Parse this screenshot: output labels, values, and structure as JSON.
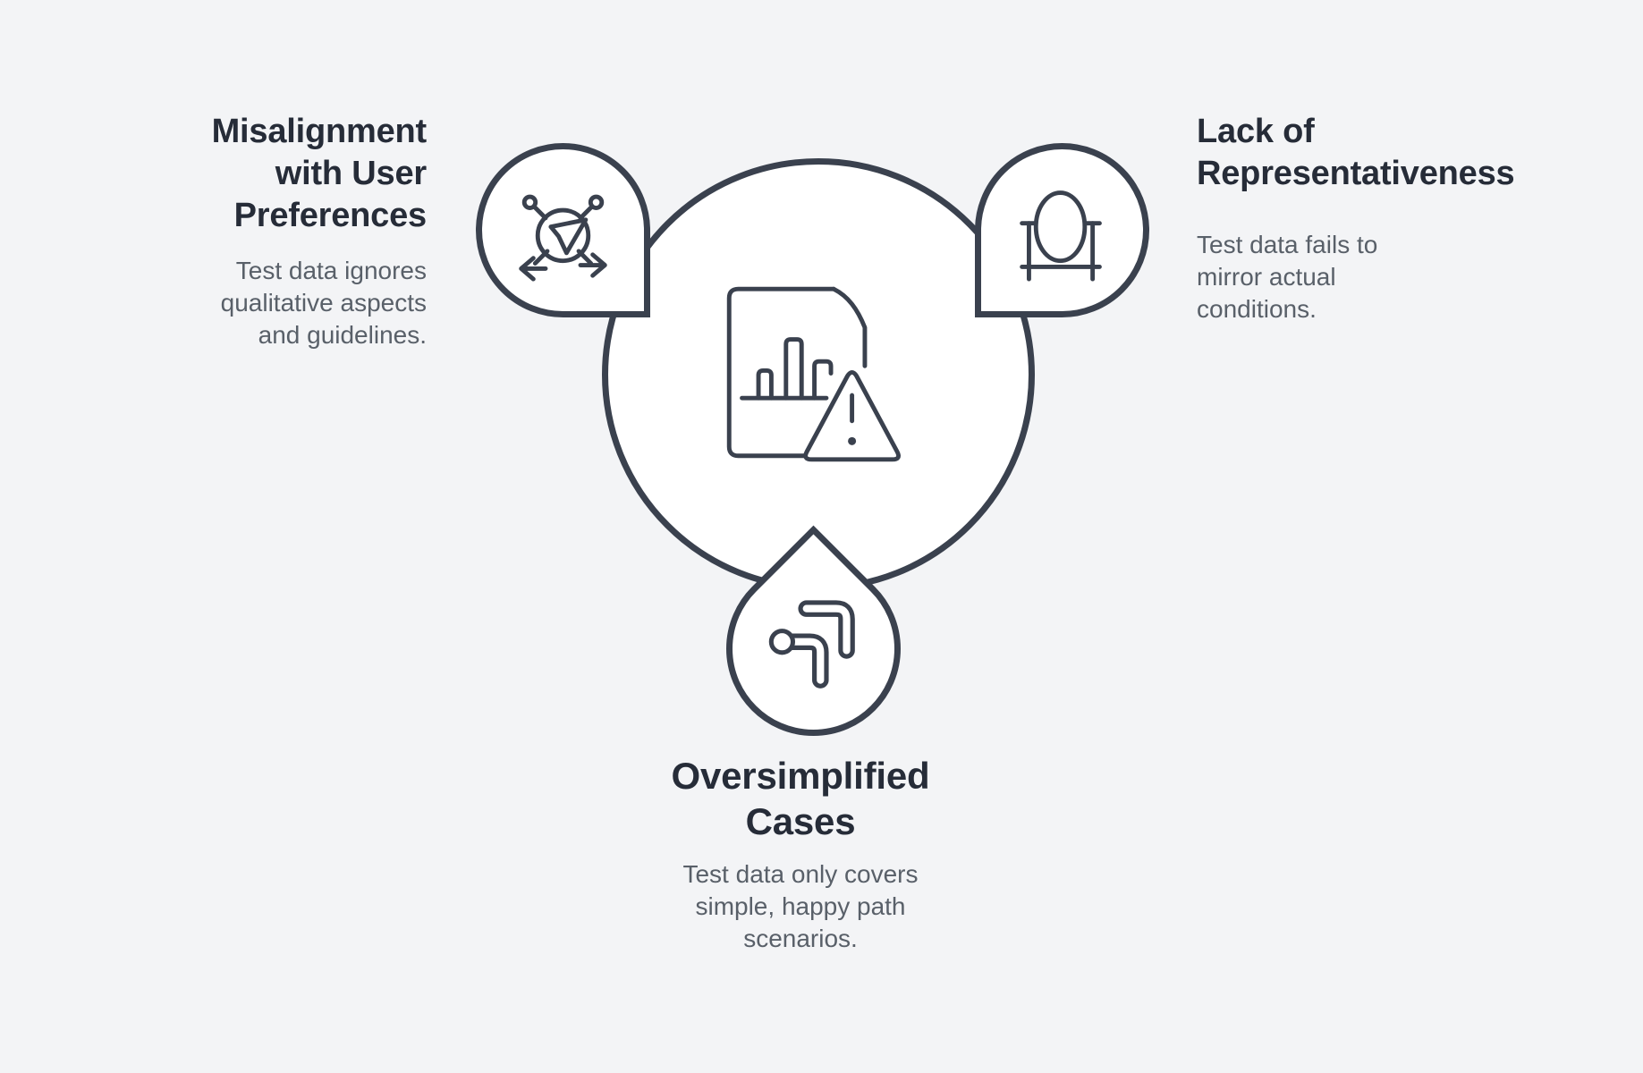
{
  "canvas": {
    "background_color": "#f3f4f6",
    "ink_color": "#3a414e",
    "heading_color": "#262c38",
    "body_color": "#596069",
    "shape_fill": "#ffffff"
  },
  "center": {
    "icon": "report-warning-icon"
  },
  "items": [
    {
      "id": "misalignment",
      "icon": "navigation-spread-icon",
      "position": "top-left",
      "heading_lines": [
        "Misalignment",
        "with User",
        "Preferences"
      ],
      "body_lines": [
        "Test data ignores",
        "qualitative aspects",
        "and guidelines."
      ]
    },
    {
      "id": "representativeness",
      "icon": "mirror-icon",
      "position": "top-right",
      "heading_lines": [
        "Lack of",
        "Representativeness"
      ],
      "body_lines": [
        "Test data fails to",
        "mirror actual",
        "conditions."
      ]
    },
    {
      "id": "oversimplified",
      "icon": "turn-arrows-icon",
      "position": "bottom",
      "heading_lines": [
        "Oversimplified",
        "Cases"
      ],
      "body_lines": [
        "Test data only covers",
        "simple, happy path",
        "scenarios."
      ]
    }
  ]
}
